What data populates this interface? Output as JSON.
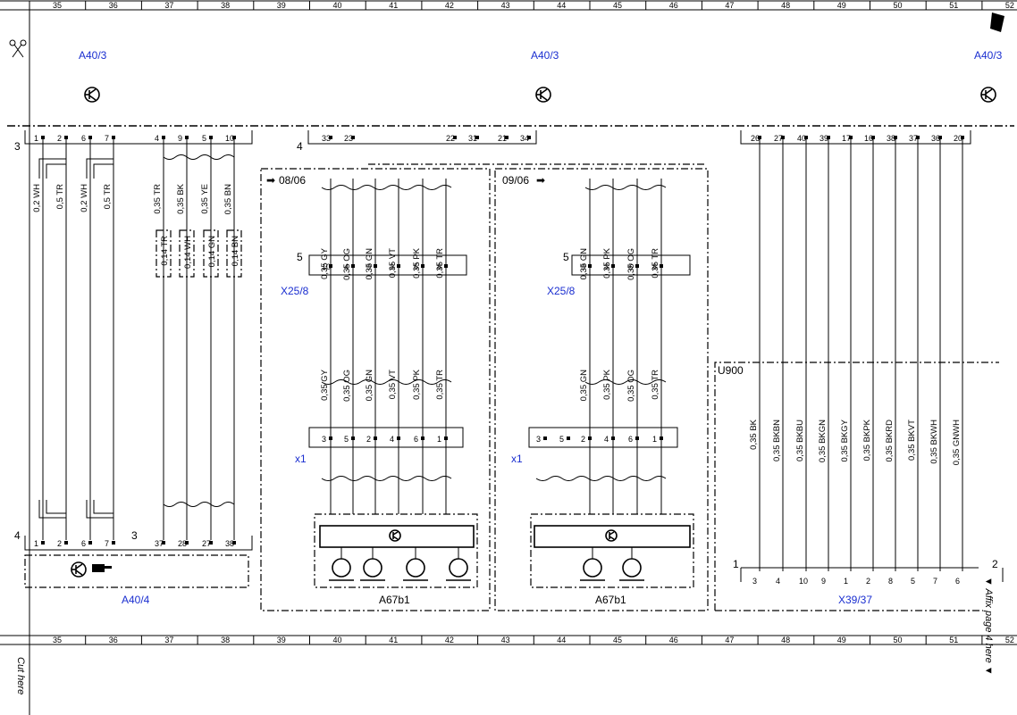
{
  "ruler_numbers": [
    "35",
    "36",
    "37",
    "38",
    "39",
    "40",
    "41",
    "42",
    "43",
    "44",
    "45",
    "46",
    "47",
    "48",
    "49",
    "50",
    "51",
    "52"
  ],
  "labels": {
    "a40_3": "A40/3",
    "a40_4": "A40/4",
    "x25_8": "X25/8",
    "x1": "x1",
    "a67b1": "A67b1",
    "x39_37": "X39/37",
    "u900": "U900",
    "v0806": "08/06",
    "v0906": "09/06",
    "connector_3": "3",
    "connector_4": "4",
    "connector_5": "5",
    "connector_1": "1",
    "connector_2": "2"
  },
  "side_text": {
    "right": "▼ Affix page 4 here ▼",
    "left": "Cut here"
  },
  "left_pins": [
    "1",
    "2",
    "6",
    "7",
    "4",
    "9",
    "5",
    "10"
  ],
  "left_wires": [
    "0,2 WH",
    "0,5 TR",
    "0,2 WH",
    "0,5 TR",
    "0,35 TR",
    "0,35 BK",
    "0,35 YE",
    "0,35 BN"
  ],
  "left_splices": [
    "0,14 TR",
    "0,14 WH",
    "0,14 GN",
    "0,14 BN"
  ],
  "left_bottom_pins": [
    "1",
    "2",
    "6",
    "7",
    "37",
    "28",
    "27",
    "38"
  ],
  "mid_top_pins": [
    "33",
    "23",
    "22",
    "31",
    "21",
    "34"
  ],
  "p1_wires": [
    "0,35 GY",
    "0,35 OG",
    "0,35 GN",
    "0,35 VT",
    "0,35 PK",
    "0,35 TR"
  ],
  "p1_x25_pins": [
    "10",
    "4",
    "9",
    "3",
    "5",
    "8"
  ],
  "p1_x1_pins": [
    "3",
    "5",
    "2",
    "4",
    "6",
    "1"
  ],
  "p2_wires": [
    "0,35 GN",
    "0,35 PK",
    "0,35 OG",
    "0,35 TR"
  ],
  "p2_x25_pins": [
    "9",
    "3",
    "5",
    "8"
  ],
  "p2_x1_pins": [
    "3",
    "5",
    "2",
    "4",
    "6",
    "1"
  ],
  "right_top_pins": [
    "26",
    "27",
    "40",
    "39",
    "17",
    "16",
    "38",
    "37",
    "36",
    "20"
  ],
  "right_wires": [
    "0,35 BK",
    "0,35 BKBN",
    "0,35 BKBU",
    "0,35 BKGN",
    "0,35 BKGY",
    "0,35 BKPK",
    "0,35 BKRD",
    "0,35 BKVT",
    "0,35 BKWH",
    "0,35 GNWH"
  ],
  "right_bottom_pins": [
    "3",
    "4",
    "10",
    "9",
    "1",
    "2",
    "8",
    "5",
    "7",
    "6"
  ]
}
